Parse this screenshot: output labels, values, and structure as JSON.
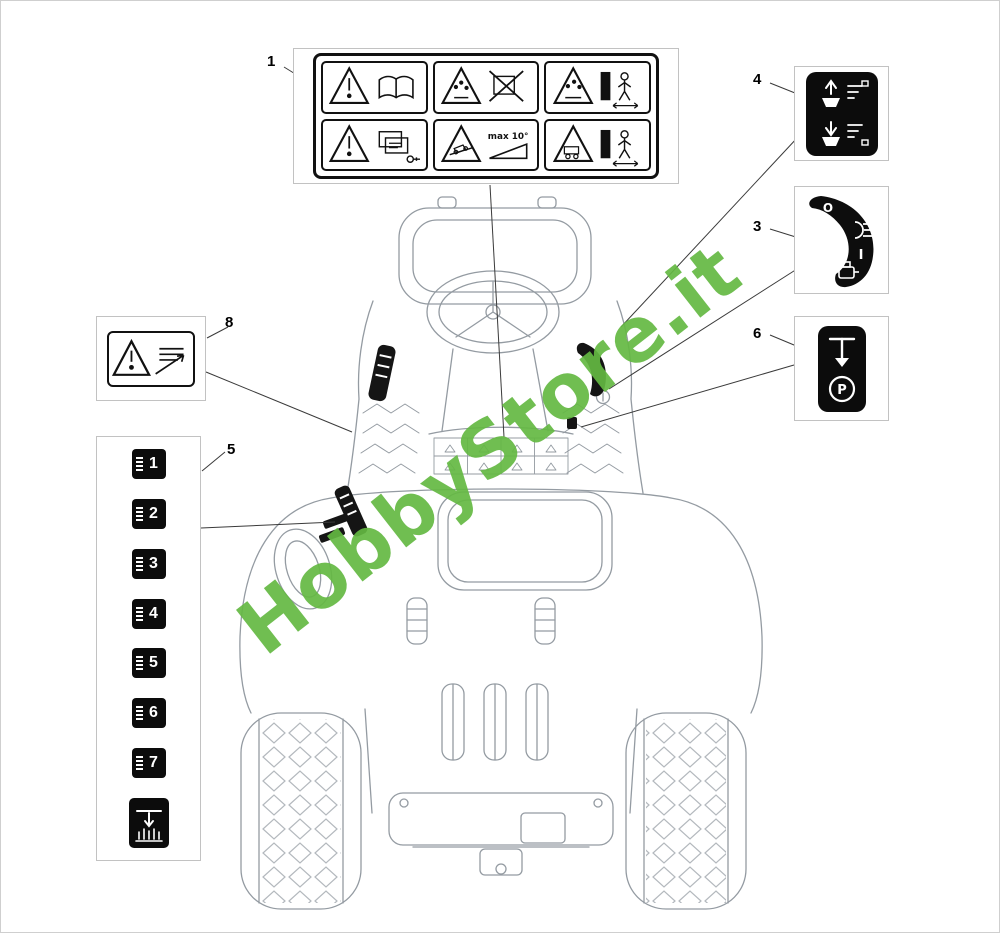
{
  "watermark": {
    "text": "HobbyStore.it",
    "color": "#64b842"
  },
  "callouts": {
    "warning_panel": "1",
    "ignition_label": "3",
    "deck_lift_label": "4",
    "height_strip": "5",
    "brake_label": "6",
    "belt_warning_label": "8"
  },
  "labels": {
    "warning_panel": {
      "pictograms": [
        "warning-read-manual",
        "warning-thrown-objects",
        "warning-keep-bystanders-away",
        "warning-remove-key-before-maintenance",
        "warning-max-slope",
        "warning-reverse-runover"
      ],
      "slope_text": "max 10°"
    },
    "ignition_label": {
      "positions": [
        "O",
        "I"
      ]
    },
    "brake_label": {
      "letter": "P"
    },
    "height_strip": {
      "positions": [
        "1",
        "2",
        "3",
        "4",
        "5",
        "6",
        "7"
      ]
    }
  }
}
